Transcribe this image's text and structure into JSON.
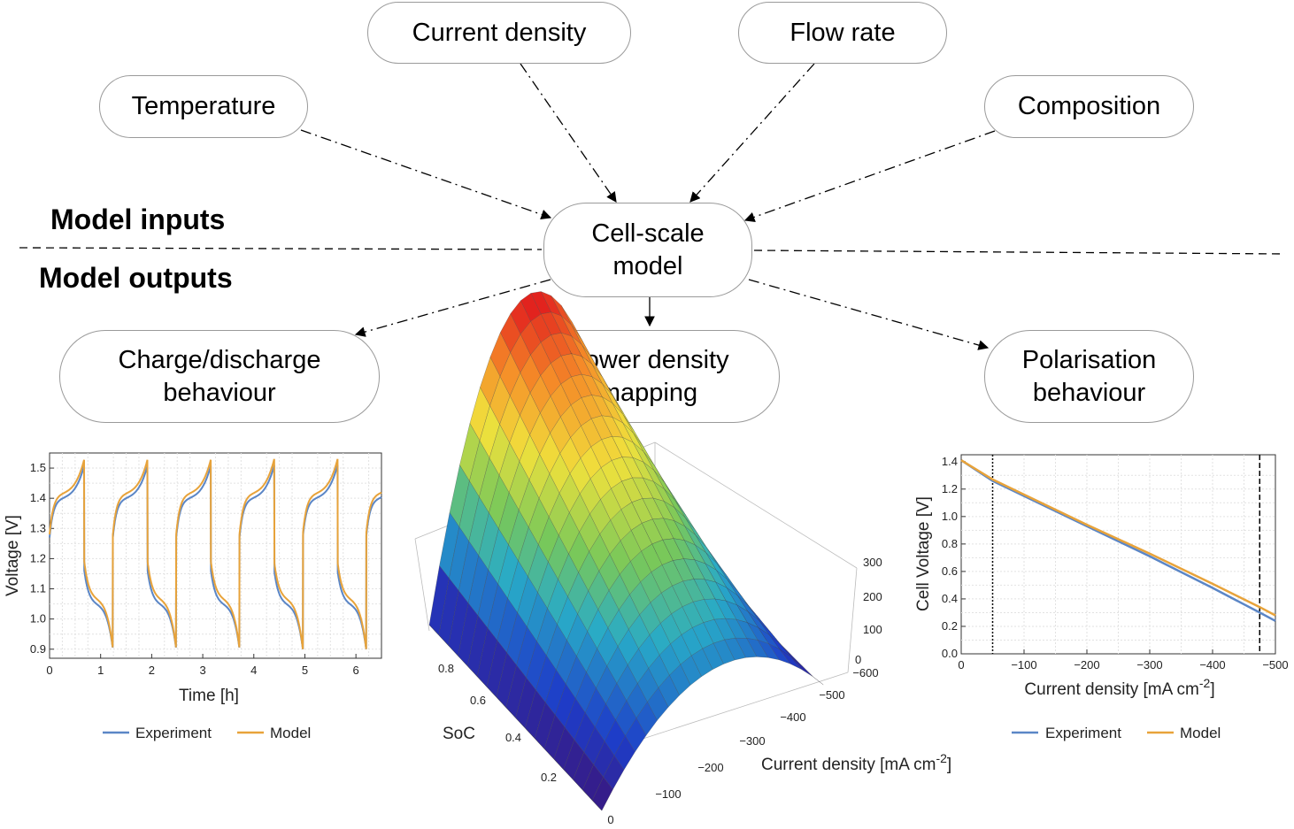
{
  "inputs": [
    "Temperature",
    "Current density",
    "Flow rate",
    "Composition"
  ],
  "center": [
    "Cell-scale",
    "model"
  ],
  "labels": {
    "inputs": "Model inputs",
    "outputs": "Model outputs"
  },
  "outputs": [
    [
      "Charge/discharge",
      "behaviour"
    ],
    [
      "Power density",
      "mapping"
    ],
    [
      "Polarisation",
      "behaviour"
    ]
  ],
  "colors": {
    "experiment": "#5b86c6",
    "model": "#e8a33a",
    "box_border": "#9a9a9a"
  },
  "chart_data": [
    {
      "type": "line",
      "xlabel": "Time [h]",
      "ylabel": "Voltage [V]",
      "xlim": [
        0,
        6.5
      ],
      "ylim": [
        0.87,
        1.55
      ],
      "xticks": [
        0,
        1,
        2,
        3,
        4,
        5,
        6
      ],
      "yticks": [
        0.9,
        1.0,
        1.1,
        1.2,
        1.3,
        1.4,
        1.5
      ],
      "grid": true,
      "legend_position": "bottom",
      "cycle_period_h": 1.24,
      "charge_duration_h": 0.68,
      "series": [
        {
          "name": "Experiment",
          "charge_range": [
            1.27,
            1.51
          ],
          "discharge_range": [
            1.16,
            0.9
          ]
        },
        {
          "name": "Model",
          "charge_range": [
            1.28,
            1.53
          ],
          "discharge_range": [
            1.19,
            0.9
          ]
        }
      ]
    },
    {
      "type": "surface",
      "xlabel": "SoC",
      "ylabel": "Current density [mA cm-2]",
      "zlabel": "",
      "soc_ticks": [
        "0",
        "0.2",
        "0.4",
        "0.6",
        "0.8"
      ],
      "current_ticks": [
        "−100",
        "−200",
        "−300",
        "−400",
        "−500",
        "−600"
      ],
      "z_ticks": [
        "0",
        "100",
        "200",
        "300"
      ],
      "colormap": "rainbow"
    },
    {
      "type": "line",
      "xlabel": "Current density [mA cm",
      "xlabel_sup": "-2",
      "xlabel_end": "]",
      "ylabel": "Cell Voltage [V]",
      "xlim": [
        0,
        -500
      ],
      "ylim": [
        0,
        1.45
      ],
      "xticks": [
        "0",
        "−100",
        "−200",
        "−300",
        "−400",
        "−500"
      ],
      "yticks": [
        "0.0",
        "0.2",
        "0.4",
        "0.6",
        "0.8",
        "1.0",
        "1.2",
        "1.4"
      ],
      "grid": true,
      "legend_position": "bottom",
      "vlines": [
        -50,
        -475
      ],
      "series": [
        {
          "name": "Experiment",
          "x": [
            0,
            -50,
            -100,
            -200,
            -300,
            -400,
            -475,
            -500
          ],
          "y": [
            1.41,
            1.26,
            1.15,
            0.93,
            0.71,
            0.48,
            0.3,
            0.24
          ]
        },
        {
          "name": "Model",
          "x": [
            0,
            -50,
            -100,
            -200,
            -300,
            -400,
            -475,
            -500
          ],
          "y": [
            1.41,
            1.27,
            1.16,
            0.94,
            0.73,
            0.51,
            0.34,
            0.28
          ]
        }
      ]
    }
  ]
}
